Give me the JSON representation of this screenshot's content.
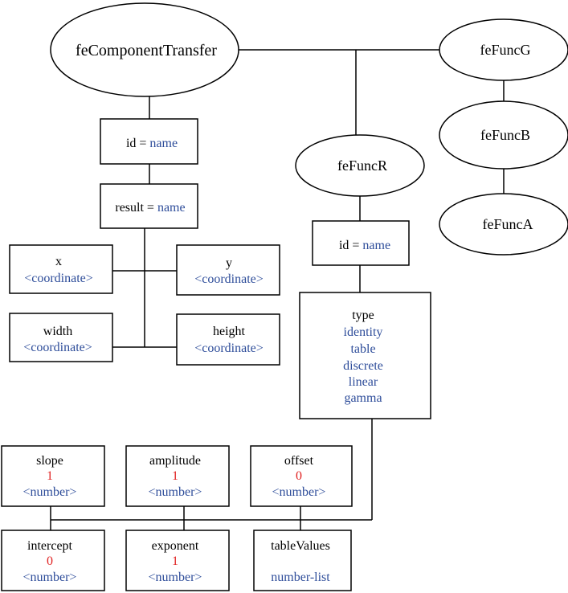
{
  "colors": {
    "label": "#000000",
    "value": "#2e4d9a",
    "default": "#e02020"
  },
  "nodes": {
    "feComponentTransfer": "feComponentTransfer",
    "feFuncG": "feFuncG",
    "feFuncB": "feFuncB",
    "feFuncA": "feFuncA",
    "feFuncR": "feFuncR"
  },
  "main_id": {
    "label": "id = ",
    "value": "name"
  },
  "main_result": {
    "label": "result = ",
    "value": "name"
  },
  "x": {
    "label": "x",
    "value": "<coordinate>"
  },
  "y": {
    "label": "y",
    "value": "<coordinate>"
  },
  "width": {
    "label": "width",
    "value": "<coordinate>"
  },
  "height": {
    "label": "height",
    "value": "<coordinate>"
  },
  "funcr_id": {
    "label": "id = ",
    "value": "name"
  },
  "type": {
    "label": "type",
    "values": [
      "identity",
      "table",
      "discrete",
      "linear",
      "gamma"
    ]
  },
  "slope": {
    "label": "slope",
    "default": "1",
    "value": "<number>"
  },
  "amplitude": {
    "label": "amplitude",
    "default": "1",
    "value": "<number>"
  },
  "offset": {
    "label": "offset",
    "default": "0",
    "value": "<number>"
  },
  "intercept": {
    "label": "intercept",
    "default": "0",
    "value": "<number>"
  },
  "exponent": {
    "label": "exponent",
    "default": "1",
    "value": "<number>"
  },
  "tableValues": {
    "label": "tableValues",
    "value": "number-list"
  }
}
